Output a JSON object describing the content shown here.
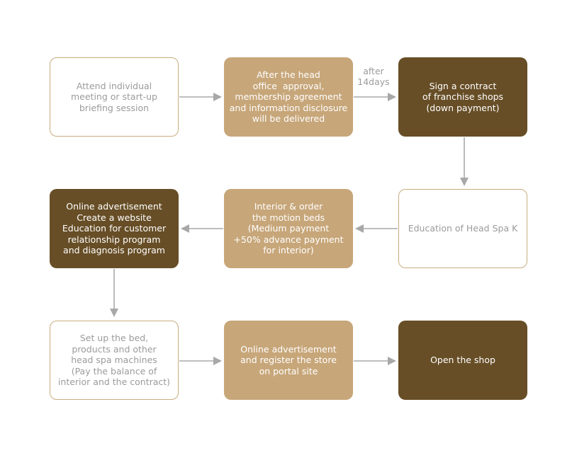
{
  "steps": [
    {
      "id": "s1",
      "style": "outline",
      "lines": [
        "Attend individual",
        "meeting or start-up",
        "briefing session"
      ]
    },
    {
      "id": "s2",
      "style": "light",
      "lines": [
        "After the head",
        "office  approval,",
        "membership agreement",
        "and information disclosure",
        "will be delivered"
      ]
    },
    {
      "id": "s3",
      "style": "dark",
      "lines": [
        "Sign a contract",
        "of franchise shops",
        "(down payment)"
      ]
    },
    {
      "id": "s4",
      "style": "outline",
      "lines": [
        "Education of Head Spa K"
      ]
    },
    {
      "id": "s5",
      "style": "light",
      "lines": [
        "Interior & order",
        "the motion beds",
        "(Medium payment",
        "+50% advance payment",
        "for interior)"
      ]
    },
    {
      "id": "s6",
      "style": "dark",
      "lines": [
        "Online advertisement",
        "Create a website",
        "Education for customer",
        "relationship program",
        "and diagnosis program"
      ]
    },
    {
      "id": "s7",
      "style": "outline",
      "lines": [
        "Set up the bed,",
        "products and other",
        "head spa machines",
        "(Pay the balance of",
        "interior and the contract)"
      ]
    },
    {
      "id": "s8",
      "style": "light",
      "lines": [
        "Online advertisement",
        "and register the store",
        "on portal site"
      ]
    },
    {
      "id": "s9",
      "style": "dark",
      "lines": [
        "Open the shop"
      ]
    }
  ],
  "connector_note": [
    "after",
    "14days"
  ],
  "colors": {
    "outline_border": "#c9ad80",
    "outline_text": "#9b9b9b",
    "light_fill": "#c7a67a",
    "dark_fill": "#674e27",
    "arrow": "#a8a8a8"
  }
}
